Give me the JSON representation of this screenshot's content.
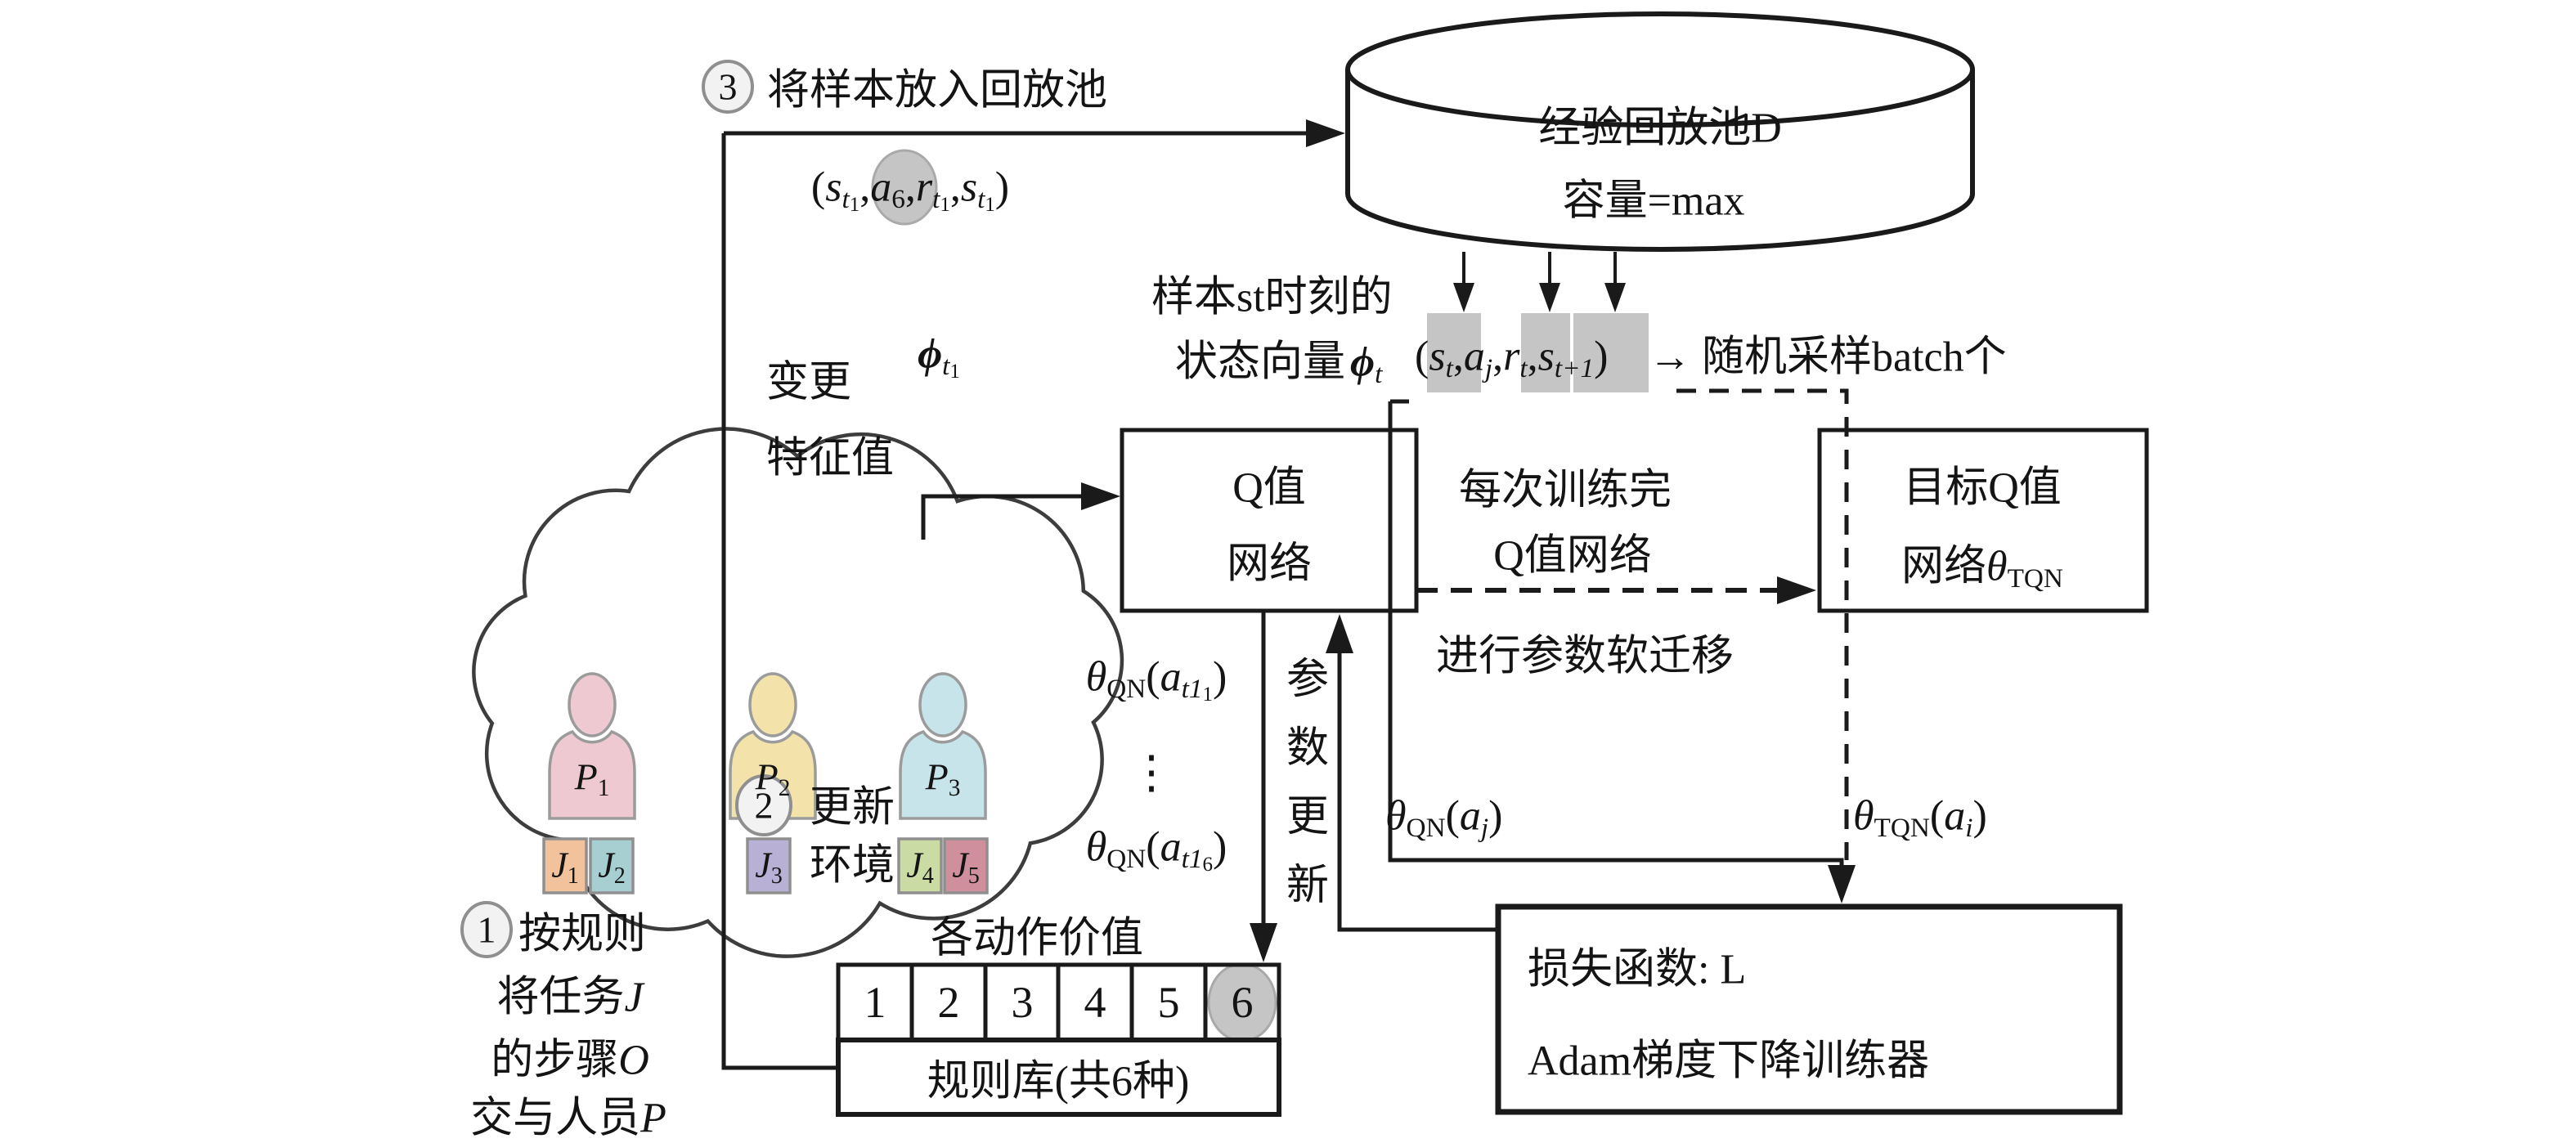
{
  "steps": {
    "step1": {
      "num": "1",
      "line1_tokens": [
        [
          "按规则",
          0,
          "r"
        ]
      ],
      "line2_tokens": [
        [
          "将任务",
          0,
          "r"
        ],
        [
          "J",
          0,
          "i"
        ]
      ],
      "line3_tokens": [
        [
          "的步骤",
          0,
          "r"
        ],
        [
          "O",
          0,
          "i"
        ]
      ],
      "line4_tokens": [
        [
          "交与人员",
          0,
          "r"
        ],
        [
          "P",
          0,
          "i"
        ]
      ]
    },
    "step2": {
      "num": "2",
      "line1": "更新",
      "line2": "环境"
    },
    "step3": {
      "num": "3",
      "label": "将样本放入回放池"
    }
  },
  "replay_pool": {
    "title": "经验回放池D",
    "capacity": "容量=max"
  },
  "sample_note": {
    "line1": "样本st时刻的",
    "line2": "状态向量"
  },
  "batch_label": "→ 随机采样batch个",
  "feature_change": {
    "line1": "变更",
    "line2": "特征值"
  },
  "q_network": {
    "line1": "Q值",
    "line2": "网络"
  },
  "target_network": {
    "line1": "目标Q值",
    "line2_prefix": "网络"
  },
  "train_note": {
    "line1": "每次训练完",
    "line2": "Q值网络"
  },
  "soft_transfer": "进行参数软迁移",
  "param_update": "参数更新",
  "action_values": {
    "title": "各动作价值",
    "cells": [
      "1",
      "2",
      "3",
      "4",
      "5",
      "6"
    ],
    "highlighted_cell": "6",
    "rule_lib": "规则库(共6种)"
  },
  "loss_box": {
    "line1": "损失函数: L",
    "line2": "Adam梯度下降训练器"
  },
  "math": {
    "tuple1": [
      [
        "(",
        0,
        "r"
      ],
      [
        "s",
        0,
        "i"
      ],
      [
        "t",
        1,
        "i"
      ],
      [
        "1",
        2,
        "r"
      ],
      [
        ", ",
        0,
        "r"
      ],
      [
        "a",
        0,
        "i"
      ],
      [
        "6",
        1,
        "r"
      ],
      [
        ", ",
        0,
        "r"
      ],
      [
        "r",
        0,
        "i"
      ],
      [
        "t",
        1,
        "i"
      ],
      [
        "1",
        2,
        "r"
      ],
      [
        ", ",
        0,
        "r"
      ],
      [
        "s",
        0,
        "i"
      ],
      [
        "t",
        1,
        "i"
      ],
      [
        "1",
        2,
        "r"
      ],
      [
        ")",
        0,
        "r"
      ]
    ],
    "tuple2": [
      [
        "(",
        0,
        "r"
      ],
      [
        "s",
        0,
        "i"
      ],
      [
        "t",
        1,
        "i"
      ],
      [
        ", ",
        0,
        "r"
      ],
      [
        "a",
        0,
        "i"
      ],
      [
        "j",
        1,
        "i"
      ],
      [
        ", ",
        0,
        "r"
      ],
      [
        "r",
        0,
        "i"
      ],
      [
        "t",
        1,
        "i"
      ],
      [
        ", ",
        0,
        "r"
      ],
      [
        "s",
        0,
        "i"
      ],
      [
        "t+1",
        1,
        "i"
      ],
      [
        ")",
        0,
        "r"
      ]
    ],
    "phi_t1": [
      [
        "ϕ",
        0,
        "bi"
      ],
      [
        "t",
        1,
        "i"
      ],
      [
        "1",
        2,
        "r"
      ]
    ],
    "phi_t": [
      [
        "ϕ",
        0,
        "bi"
      ],
      [
        "t",
        1,
        "i"
      ]
    ],
    "theta_qn_at11": [
      [
        "θ",
        0,
        "i"
      ],
      [
        "QN",
        1,
        "r"
      ],
      [
        "(",
        0,
        "r"
      ],
      [
        "a",
        0,
        "i"
      ],
      [
        "t1",
        1,
        "i"
      ],
      [
        "1",
        2,
        "r"
      ],
      [
        ")",
        0,
        "r"
      ]
    ],
    "theta_qn_at16": [
      [
        "θ",
        0,
        "i"
      ],
      [
        "QN",
        1,
        "r"
      ],
      [
        "(",
        0,
        "r"
      ],
      [
        "a",
        0,
        "i"
      ],
      [
        "t1",
        1,
        "i"
      ],
      [
        "6",
        2,
        "r"
      ],
      [
        ")",
        0,
        "r"
      ]
    ],
    "theta_qn_aj": [
      [
        "θ",
        0,
        "i"
      ],
      [
        "QN",
        1,
        "r"
      ],
      [
        "(",
        0,
        "r"
      ],
      [
        "a",
        0,
        "i"
      ],
      [
        "j",
        1,
        "i"
      ],
      [
        ")",
        0,
        "r"
      ]
    ],
    "theta_tqn_ai": [
      [
        "θ",
        0,
        "i"
      ],
      [
        "TQN",
        1,
        "r"
      ],
      [
        "(",
        0,
        "r"
      ],
      [
        "a",
        0,
        "i"
      ],
      [
        "i",
        1,
        "i"
      ],
      [
        ")",
        0,
        "r"
      ]
    ],
    "theta_tqn": [
      [
        "θ",
        0,
        "i"
      ],
      [
        "TQN",
        1,
        "r"
      ]
    ],
    "dots": "⋮"
  },
  "persons": [
    {
      "tokens": [
        [
          "P",
          0,
          "i"
        ],
        [
          "1",
          1,
          "r"
        ]
      ],
      "color": "#eec9d2"
    },
    {
      "tokens": [
        [
          "P",
          0,
          "i"
        ],
        [
          "2",
          1,
          "r"
        ]
      ],
      "color": "#f3e3ab"
    },
    {
      "tokens": [
        [
          "P",
          0,
          "i"
        ],
        [
          "3",
          1,
          "r"
        ]
      ],
      "color": "#c6e4e9"
    }
  ],
  "tags": [
    {
      "tokens": [
        [
          "J",
          0,
          "i"
        ],
        [
          "1",
          1,
          "r"
        ]
      ],
      "color": "#f2c29c"
    },
    {
      "tokens": [
        [
          "J",
          0,
          "i"
        ],
        [
          "2",
          1,
          "r"
        ]
      ],
      "color": "#a7cfd1"
    },
    {
      "tokens": [
        [
          "J",
          0,
          "i"
        ],
        [
          "3",
          1,
          "r"
        ]
      ],
      "color": "#b9b0d5"
    },
    {
      "tokens": [
        [
          "J",
          0,
          "i"
        ],
        [
          "4",
          1,
          "r"
        ]
      ],
      "color": "#cadba4"
    },
    {
      "tokens": [
        [
          "J",
          0,
          "i"
        ],
        [
          "5",
          1,
          "r"
        ]
      ],
      "color": "#d08f9c"
    }
  ],
  "colors": {
    "highlight": "#c5c5c5",
    "step_fill": "#f2f2f2",
    "step_stroke": "#8f8f8f",
    "line": "#1a1a1a"
  }
}
